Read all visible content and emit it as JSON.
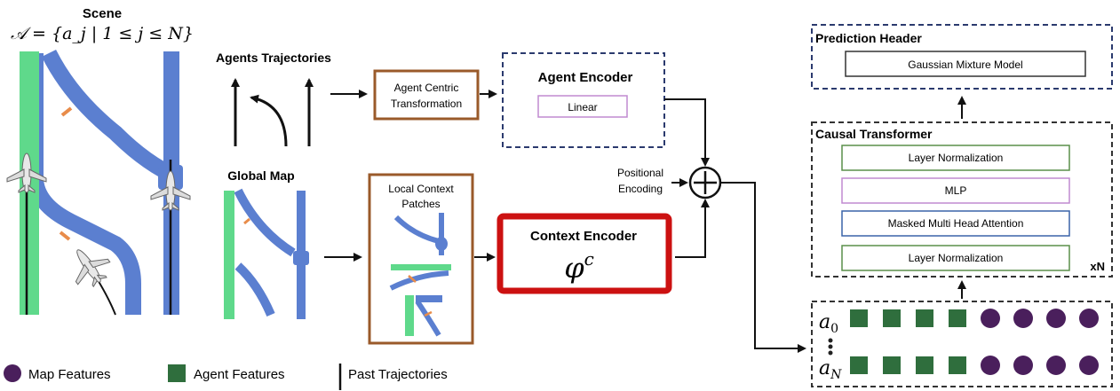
{
  "scene": {
    "title": "Scene",
    "formula": "𝒜 = {a_j | 1 ≤ j ≤ N}"
  },
  "inputs": {
    "agents_trajectories": "Agents Trajectories",
    "global_map": "Global Map"
  },
  "blocks": {
    "agent_centric_line1": "Agent Centric",
    "agent_centric_line2": "Transformation",
    "local_context_line1": "Local Context",
    "local_context_line2": "Patches",
    "agent_encoder_title": "Agent Encoder",
    "agent_encoder_layer": "Linear",
    "context_encoder_title": "Context Encoder",
    "context_encoder_symbol": "φ",
    "context_encoder_sup": "c",
    "positional_line1": "Positional",
    "positional_line2": "Encoding",
    "prediction_header_title": "Prediction Header",
    "prediction_header_layer": "Gaussian Mixture Model",
    "causal_transformer_title": "Causal Transformer",
    "causal_layers": [
      "Layer Normalization",
      "MLP",
      "Masked Multi Head Attention",
      "Layer Normalization"
    ],
    "repeat_label": "xN"
  },
  "tokens": {
    "row_top_label": "a",
    "row_top_sub": "0",
    "row_bottom_label": "a",
    "row_bottom_sub": "N",
    "squares_per_row": 4,
    "circles_per_row": 4
  },
  "legend": {
    "map_features": "Map Features",
    "agent_features": "Agent Features",
    "past_trajectories": "Past Trajectories"
  },
  "colors": {
    "runway_green": "#5fd98b",
    "taxiway_blue": "#5b7fd0",
    "crossing_orange": "#e88c4a",
    "agent_square": "#2f6e3d",
    "map_circle": "#4a1f5c",
    "encoder_red": "#cc1111",
    "brown_box": "#9a5a2a",
    "navy_dash": "#2b3a6e",
    "linear_purple": "#c08ad0",
    "layernorm_green": "#5a8f4a",
    "mlp_purple": "#c08ad0",
    "attention_blue": "#3a63a8"
  }
}
